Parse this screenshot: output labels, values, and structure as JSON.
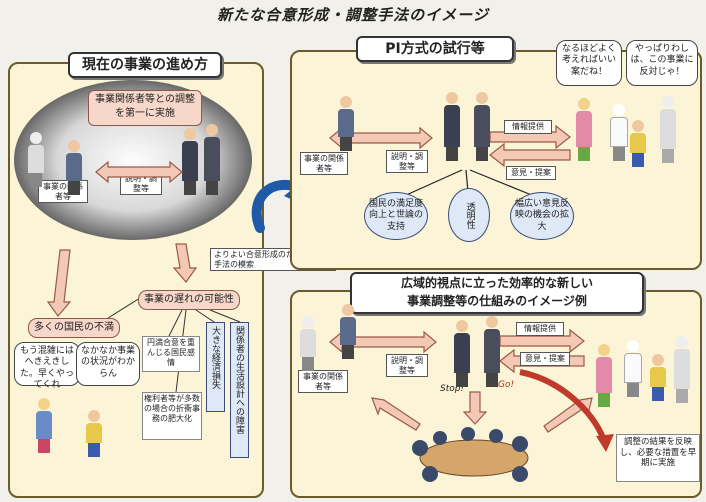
{
  "title": "新たな合意形成・調整手法のイメージ",
  "left": {
    "title": "現在の事業の進め方",
    "policy": "事業関係者等との調整を第一に実施",
    "stakeholders": "事業の関係者等",
    "explain": "説明・調整等",
    "delay": "事業の遅れの可能性",
    "dissatisfaction": "多くの国民の不満",
    "quote1": "もう混雑にはへきえきした。早くやってくれ",
    "quote2": "なかなか事業の状況がわからん",
    "note1": "円満合意を重んじる国民感情",
    "note2": "権利者等が多数の場合の折衝事務の肥大化",
    "vert1": "大きな経済損失",
    "vert2": "関係者の生活設計への障害"
  },
  "middle_label": "よりよい合意形成のための調整手法の模索",
  "pi": {
    "title": "PI方式の試行等",
    "stakeholders": "事業の関係者等",
    "explain": "説明・調整等",
    "info": "情報提供",
    "opinion": "意見・提案",
    "speech1": "なるほどよく考えればいい案だね！",
    "speech2": "やっぱりわしは、この事業に反対じゃ！",
    "c1": "国民の満足度向上と世論の支持",
    "c2": "透明性",
    "c3": "幅広い意見反映の機会の拡大"
  },
  "wide": {
    "title_line1": "広域的視点に立った効率的な新しい",
    "title_line2": "事業調整等の仕組みのイメージ例",
    "stakeholders": "事業の関係者等",
    "explain": "説明・調整等",
    "info": "情報提供",
    "opinion": "意見・提案",
    "stop": "Stop!",
    "go": "Go!",
    "result": "調整の結果を反映し、必要な措置を早期に実施"
  }
}
